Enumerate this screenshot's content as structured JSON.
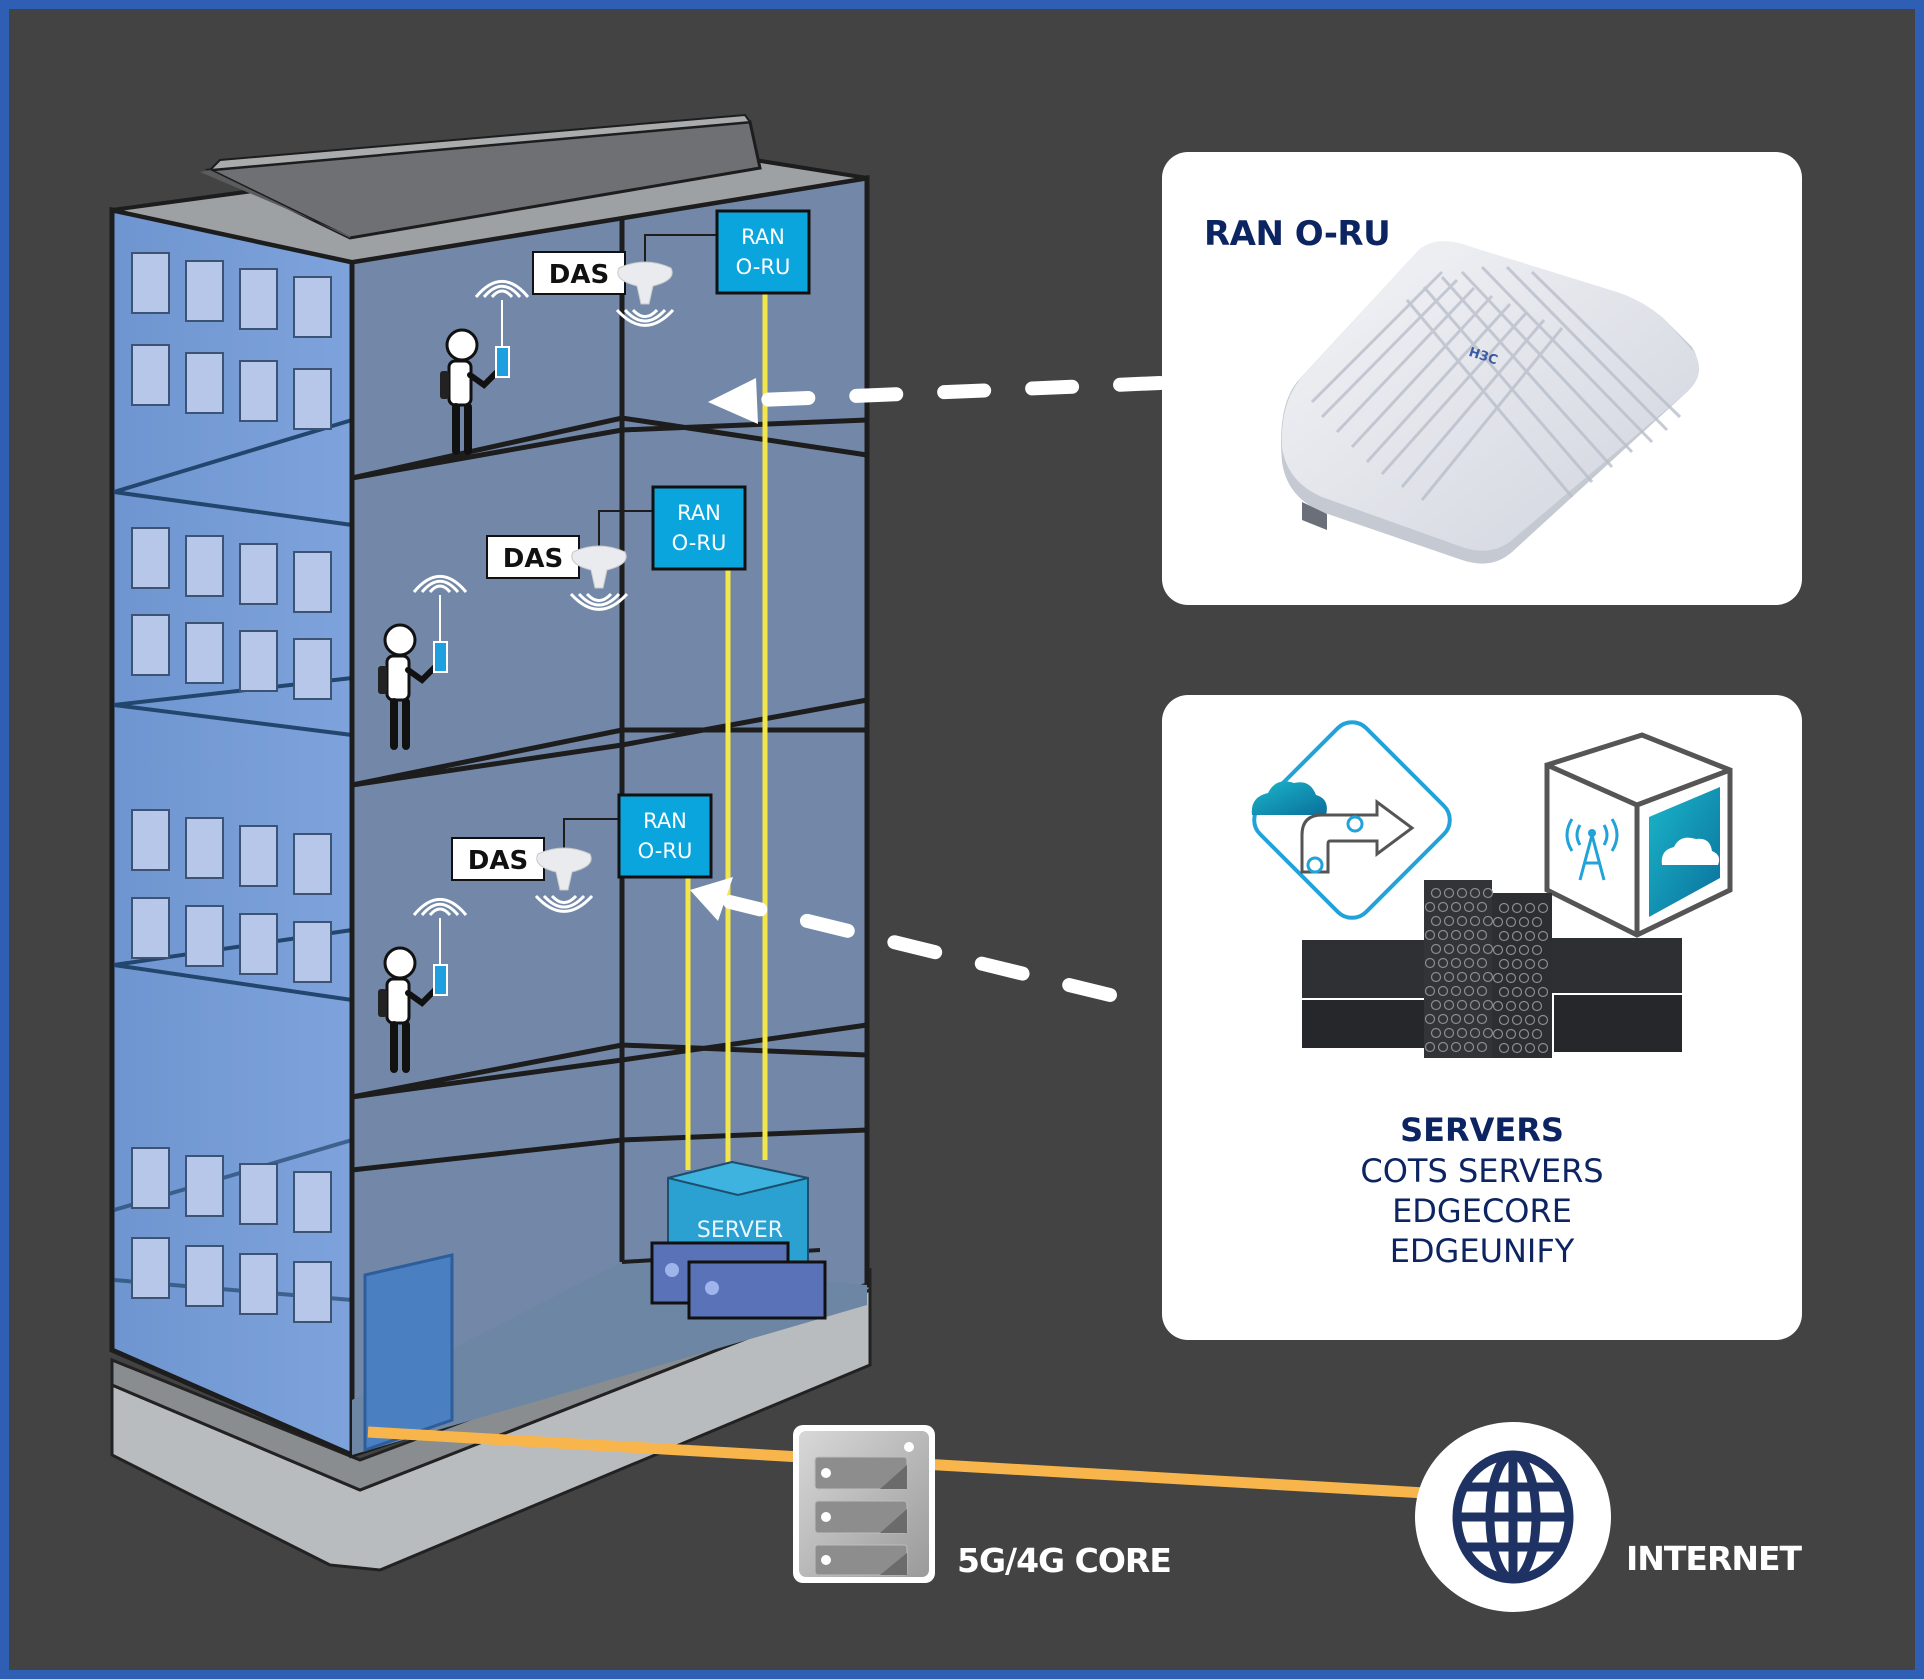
{
  "diagram": {
    "title": "In-building private 5G/4G network with DAS and RAN O-RU",
    "colors": {
      "frame": "#2e5fb5",
      "background": "#434343",
      "ran_box": "#0aa5dd",
      "fiber": "#f3e64a",
      "backhaul": "#f8b54c",
      "navy_text": "#0c2461"
    },
    "building": {
      "floors": [
        {
          "das_label": "DAS",
          "ran_label_line1": "RAN",
          "ran_label_line2": "O-RU"
        },
        {
          "das_label": "DAS",
          "ran_label_line1": "RAN",
          "ran_label_line2": "O-RU"
        },
        {
          "das_label": "DAS",
          "ran_label_line1": "RAN",
          "ran_label_line2": "O-RU"
        }
      ],
      "server_label": "SERVER"
    },
    "ran_card": {
      "title": "RAN O-RU",
      "image_alt": "Ceiling-mount radio unit"
    },
    "servers_card": {
      "heading": "SERVERS",
      "lines": [
        "COTS SERVERS",
        "EDGECORE",
        "EDGEUNIFY"
      ]
    },
    "core": {
      "label": "5G/4G CORE"
    },
    "internet": {
      "label": "INTERNET"
    }
  }
}
